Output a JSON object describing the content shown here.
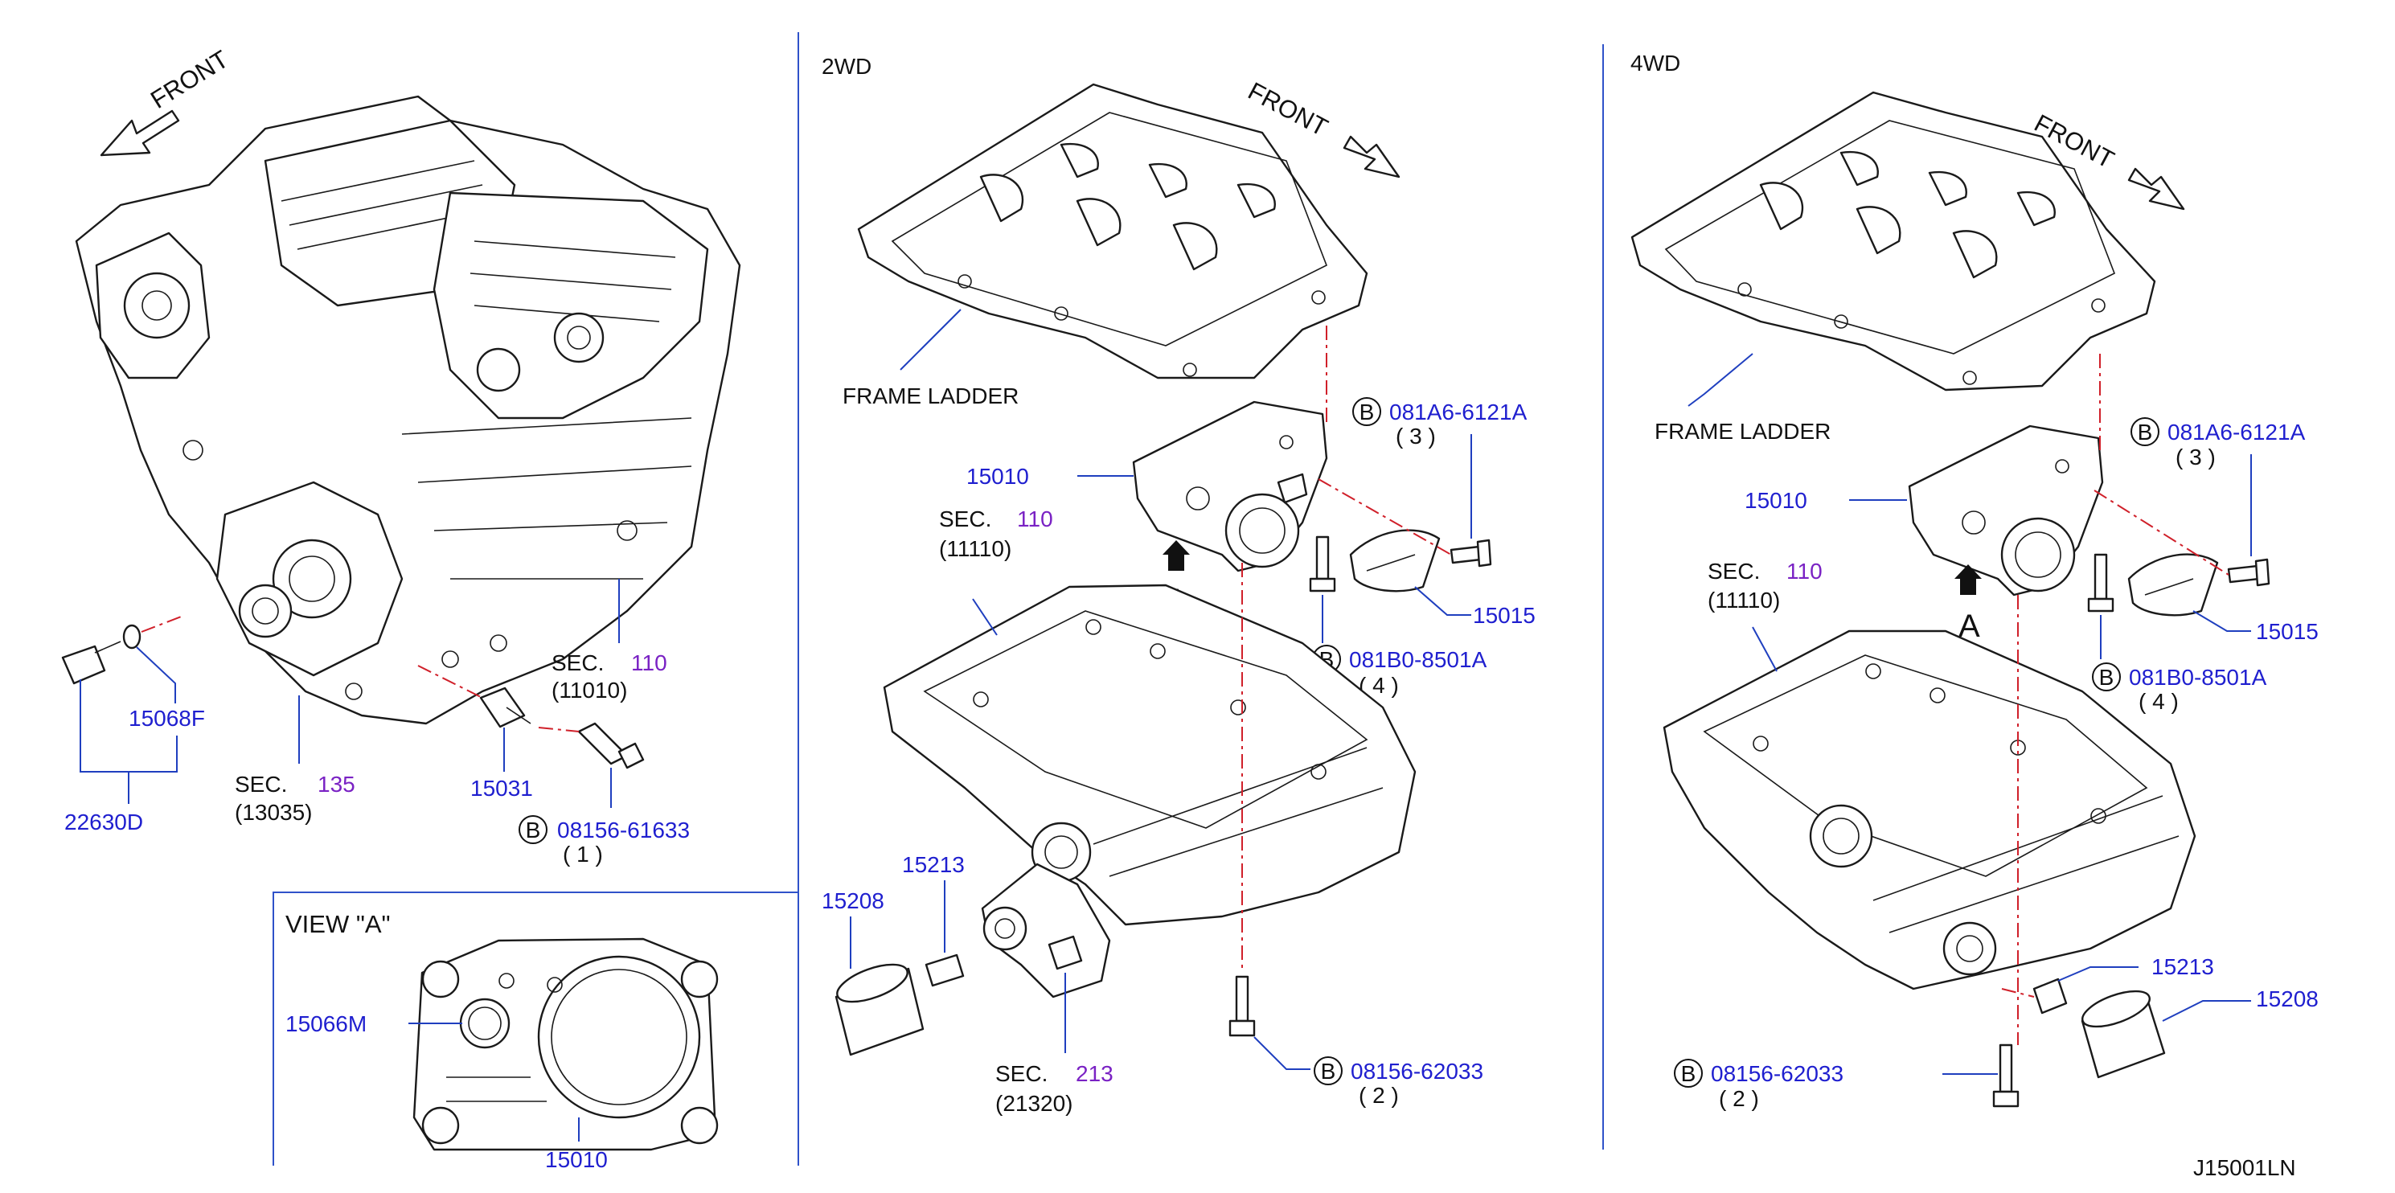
{
  "diagram_code": "J15001LN",
  "variants": {
    "two_wd": "2WD",
    "four_wd": "4WD"
  },
  "front_label": "FRONT",
  "view_label": "VIEW \"A\"",
  "view_arrow_letter": "A",
  "bolt_marker": "B",
  "frame_ladder": "FRAME   LADDER",
  "sec_label": "SEC.",
  "left": {
    "p15068f": "15068F",
    "p22630d": "22630D",
    "p15031": "15031",
    "sec135": "135",
    "sec135_sub": "(13035)",
    "sec110": "110",
    "sec110_sub": "(11010)",
    "bolt_08156_61633": "08156-61633",
    "qty1": "( 1 )"
  },
  "view_a": {
    "p15066m": "15066M",
    "p15010": "15010"
  },
  "mid": {
    "p15010": "15010",
    "bolt_081a6": "081A6-6121A",
    "qty3": "( 3 )",
    "p15015": "15015",
    "bolt_081b0": "081B0-8501A",
    "qty4": "( 4 )",
    "sec110": "110",
    "sec110_sub": "(11110)",
    "p15213": "15213",
    "p15208": "15208",
    "sec213": "213",
    "sec213_sub": "(21320)",
    "bolt_08156_62033": "08156-62033",
    "qty2": "( 2 )"
  },
  "right": {
    "p15010": "15010",
    "bolt_081a6": "081A6-6121A",
    "qty3": "( 3 )",
    "p15015": "15015",
    "bolt_081b0": "081B0-8501A",
    "qty4": "( 4 )",
    "sec110": "110",
    "sec110_sub": "(11110)",
    "p15213": "15213",
    "p15208": "15208",
    "bolt_08156_62033": "08156-62033",
    "qty2": "( 2 )"
  },
  "colors": {
    "part_number": "#1f1fcf",
    "section_ref": "#7a22c4",
    "centerline": "#d0202a",
    "leader": "#1f3fbf",
    "divider": "#2f52c9"
  }
}
